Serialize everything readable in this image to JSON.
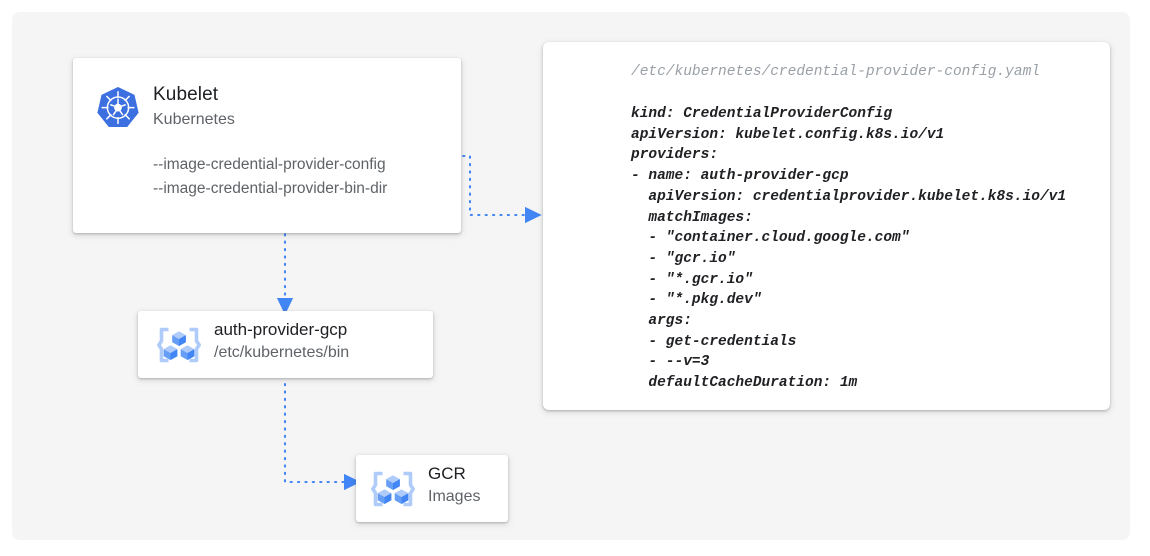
{
  "theme": {
    "page_background": "#ffffff",
    "canvas_background": "#f5f5f5",
    "card_background": "#ffffff",
    "accent_blue": "#4285f4",
    "icon_light_blue": "#8ab4f8",
    "text_primary": "#202124",
    "text_secondary": "#5f6368",
    "text_muted": "#9aa0a6"
  },
  "kubelet_card": {
    "icon": "kubernetes-logo-icon",
    "title": "Kubelet",
    "subtitle": "Kubernetes",
    "flags": [
      "--image-credential-provider-config",
      "--image-credential-provider-bin-dir"
    ]
  },
  "auth_provider_card": {
    "icon": "gcp-binary-package-icon",
    "title": "auth-provider-gcp",
    "subtitle": "/etc/kubernetes/bin"
  },
  "gcr_card": {
    "icon": "gcp-binary-package-icon",
    "title": "GCR",
    "subtitle": "Images"
  },
  "yaml_card": {
    "path": "/etc/kubernetes/credential-provider-config.yaml",
    "content": "kind: CredentialProviderConfig\napiVersion: kubelet.config.k8s.io/v1\nproviders:\n- name: auth-provider-gcp\n  apiVersion: credentialprovider.kubelet.k8s.io/v1\n  matchImages:\n  - \"container.cloud.google.com\"\n  - \"gcr.io\"\n  - \"*.gcr.io\"\n  - \"*.pkg.dev\"\n  args:\n  - get-credentials\n  - --v=3\n  defaultCacheDuration: 1m"
  },
  "connectors": [
    {
      "name": "kubelet-config-to-yaml",
      "from": "kubelet-card-flag-config",
      "to": "yaml-card",
      "style": "dotted-arrow"
    },
    {
      "name": "kubelet-to-auth-provider",
      "from": "kubelet-card",
      "to": "auth-provider-card",
      "style": "dotted-arrow"
    },
    {
      "name": "auth-provider-to-gcr",
      "from": "auth-provider-card",
      "to": "gcr-card",
      "style": "dotted-arrow"
    }
  ]
}
